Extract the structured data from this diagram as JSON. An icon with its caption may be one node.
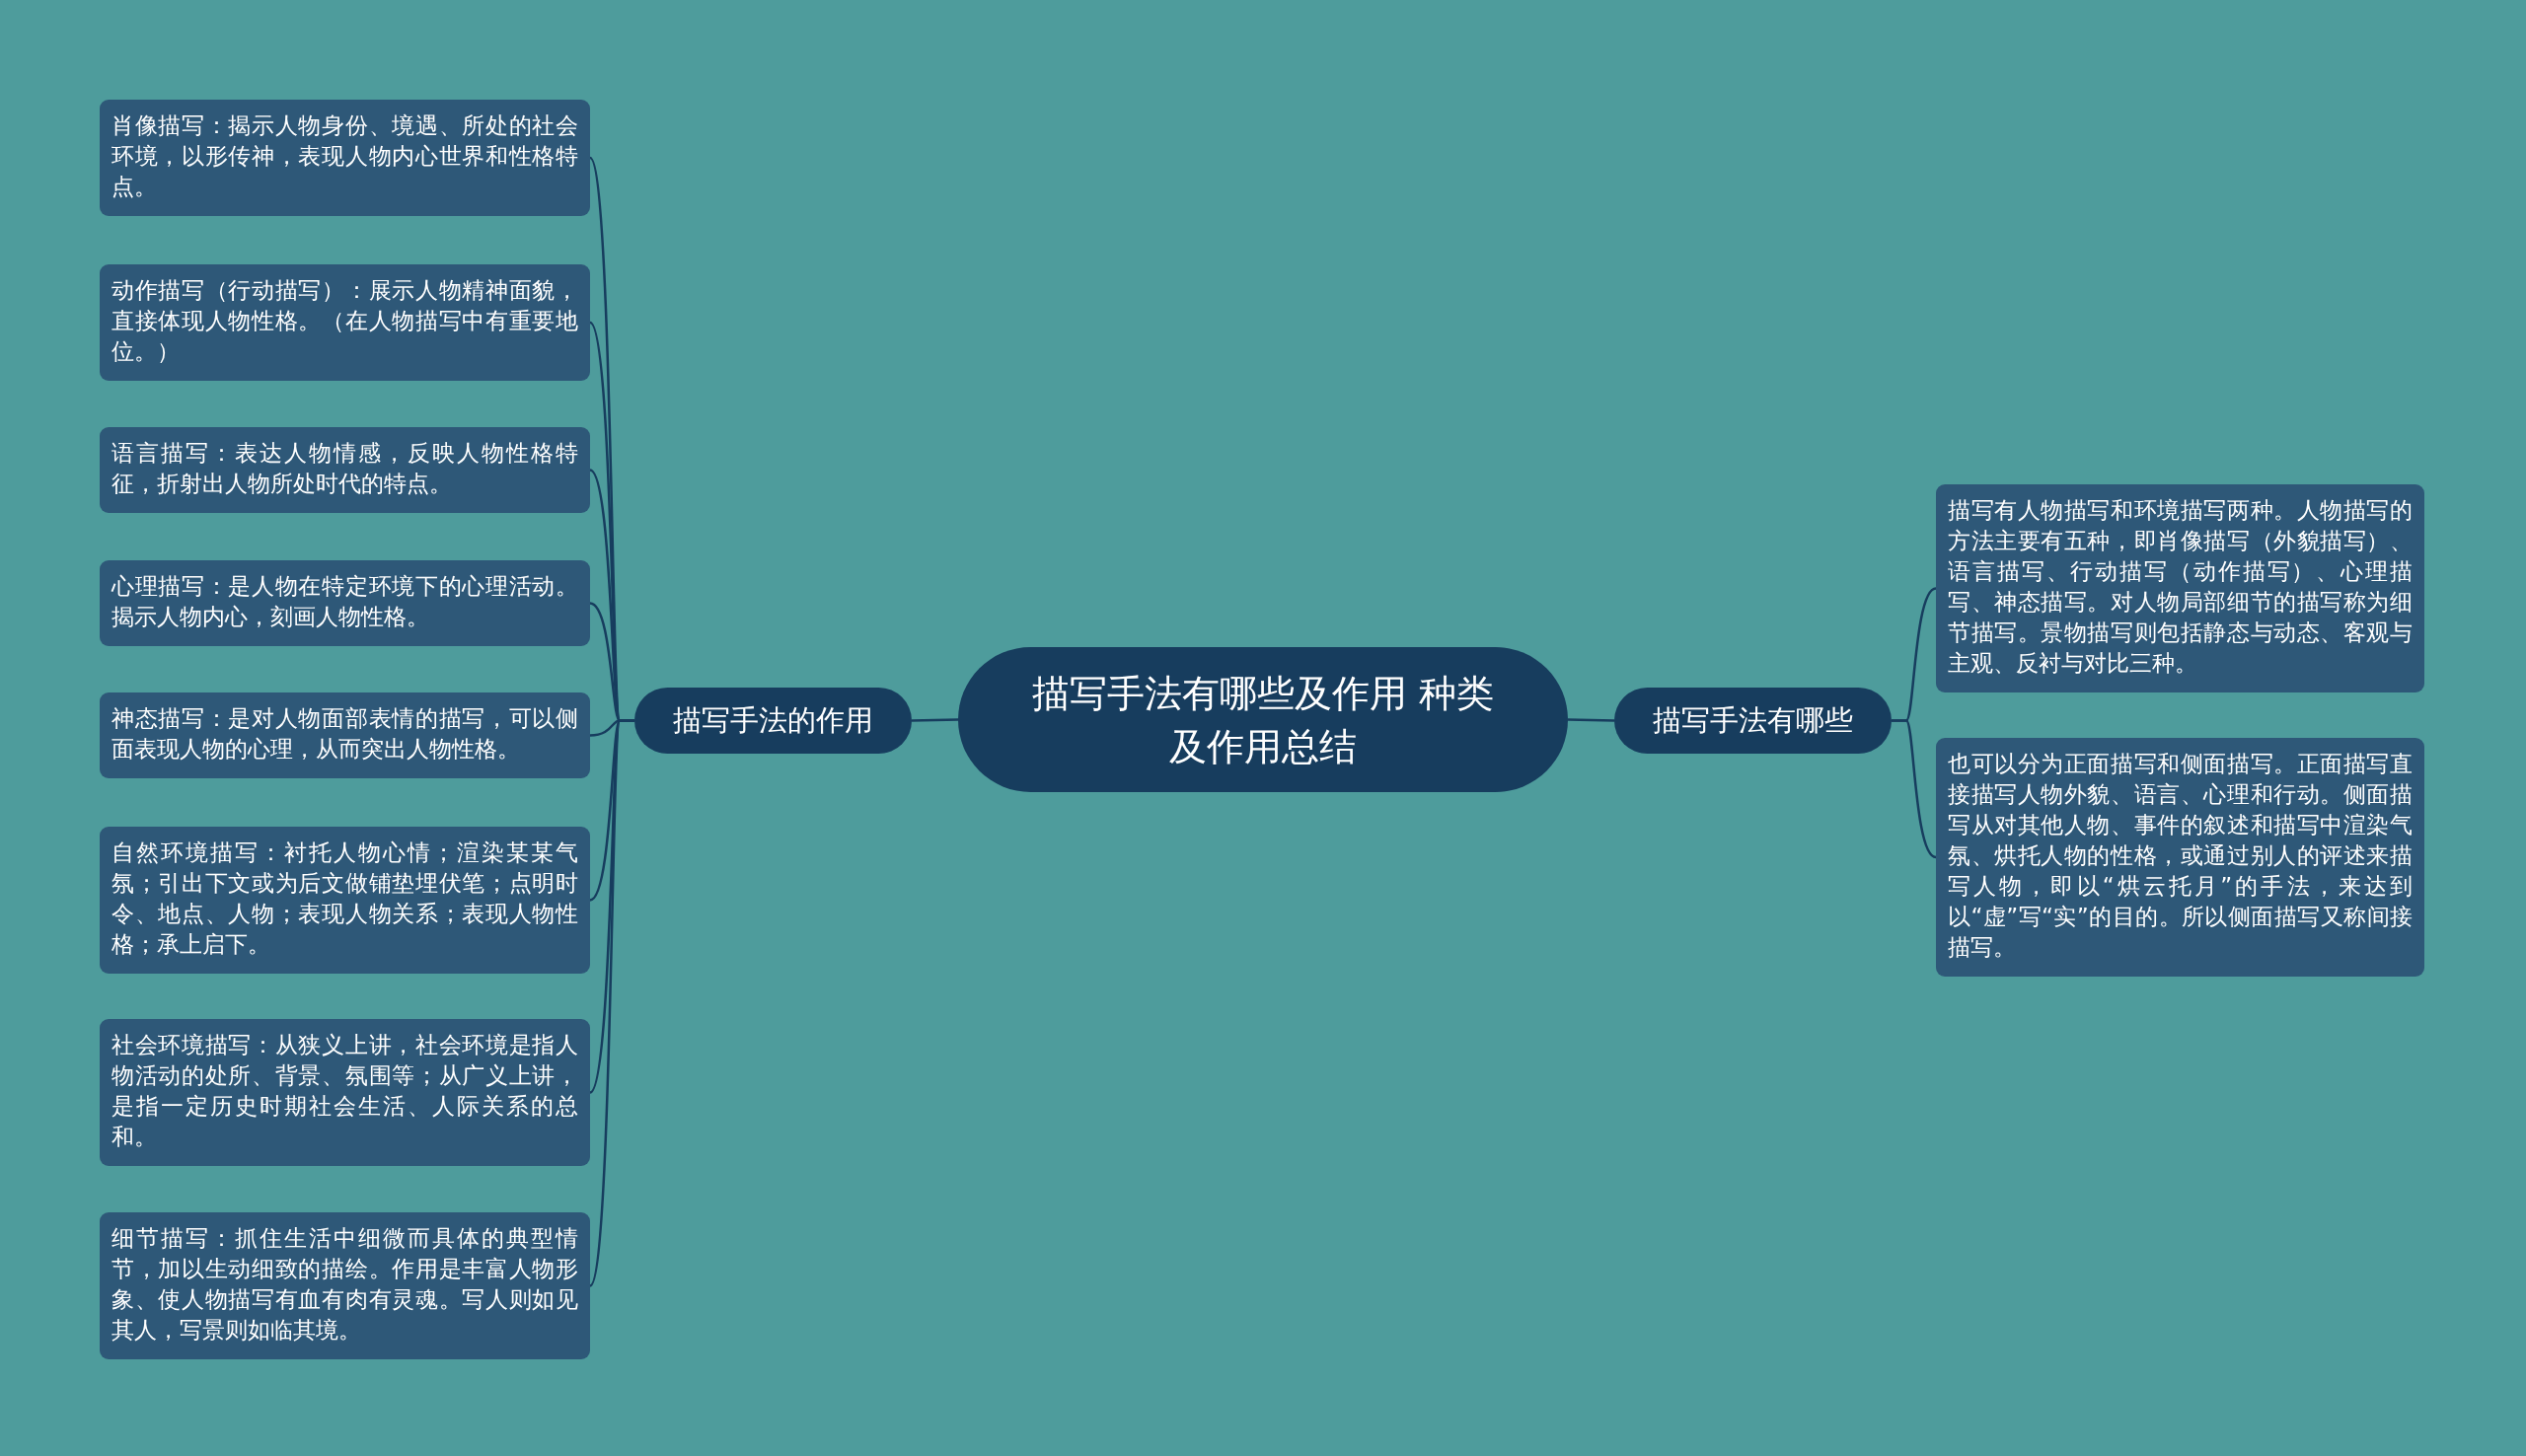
{
  "diagram": {
    "nodes": [
      {
        "text": [
          "描写手法有哪些及作用 种类及作用总结"
        ]
      },
      {
        "text": [
          "描写手法的作用"
        ]
      },
      {
        "text": [
          "肖像描写：揭示人物身份、境遇、所处的社会环境，以形传神，表现人物内心世界和性格特点。"
        ]
      },
      {
        "text": [
          "动作描写（行动描写）：展示人物精神面貌，直接体现人物性格。（在人物描写中有重要地位。）"
        ]
      },
      {
        "text": [
          "语言描写：表达人物情感，反映人物性格特征，折射出人物所处时代的特点。"
        ]
      },
      {
        "text": [
          "心理描写：是人物在特定环境下的心理活动。揭示人物内心，刻画人物性格。"
        ]
      },
      {
        "text": [
          "神态描写：是对人物面部表情的描写，可以侧面表现人物的心理，从而突出人物性格。"
        ]
      },
      {
        "text": [
          "自然环境描写：衬托人物心情；渲染某某气氛；引出下文或为后文做铺垫埋伏笔；点明时令、地点、人物；表现人物关系；表现人物性格；承上启下。"
        ]
      },
      {
        "text": [
          "社会环境描写：从狭义上讲，社会环境是指人物活动的处所、背景、氛围等；从广义上讲，是指一定历史时期社会生活、人际关系的总和。"
        ]
      },
      {
        "text": [
          "细节描写：抓住生活中细微而具体的典型情节，加以生动细致的描绘。作用是丰富人物形象、使人物描写有血有肉有灵魂。写人则如见其人，写景则如临其境。"
        ]
      },
      {
        "text": [
          "描写手法有哪些"
        ]
      },
      {
        "text": [
          "描写有人物描写和环境描写两种。人物描写的方法主要有五种，即肖像描写（外貌描写）、语言描写、行动描写（动作描写）、心理描写、神态描写。对人物局部细节的描写称为细节描写。景物描写则包括静态与动态、客观与主观、反衬与对比三种。"
        ]
      },
      {
        "text": [
          "也可以分为正面描写和侧面描写。正面描写直接描写人物外貌、语言、心理和行动。侧面描写从对其他人物、事件的叙述和描写中渲染气氛、烘托人物的性格，或通过别人的评述来描写人物，即以“烘云托月”的手法，来达到以“虚”写“实”的目的。所以侧面描写又称间接描写。"
        ]
      }
    ],
    "edges": [
      {
        "from": 0,
        "to": 1,
        "arrow": "none"
      },
      {
        "from": 1,
        "to": 2,
        "arrow": "none"
      },
      {
        "from": 1,
        "to": 3,
        "arrow": "none"
      },
      {
        "from": 1,
        "to": 4,
        "arrow": "none"
      },
      {
        "from": 1,
        "to": 5,
        "arrow": "none"
      },
      {
        "from": 1,
        "to": 6,
        "arrow": "none"
      },
      {
        "from": 1,
        "to": 7,
        "arrow": "none"
      },
      {
        "from": 1,
        "to": 8,
        "arrow": "none"
      },
      {
        "from": 1,
        "to": 9,
        "arrow": "none"
      },
      {
        "from": 0,
        "to": 10,
        "arrow": "none"
      },
      {
        "from": 10,
        "to": 11,
        "arrow": "none"
      },
      {
        "from": 10,
        "to": 12,
        "arrow": "none"
      }
    ]
  }
}
